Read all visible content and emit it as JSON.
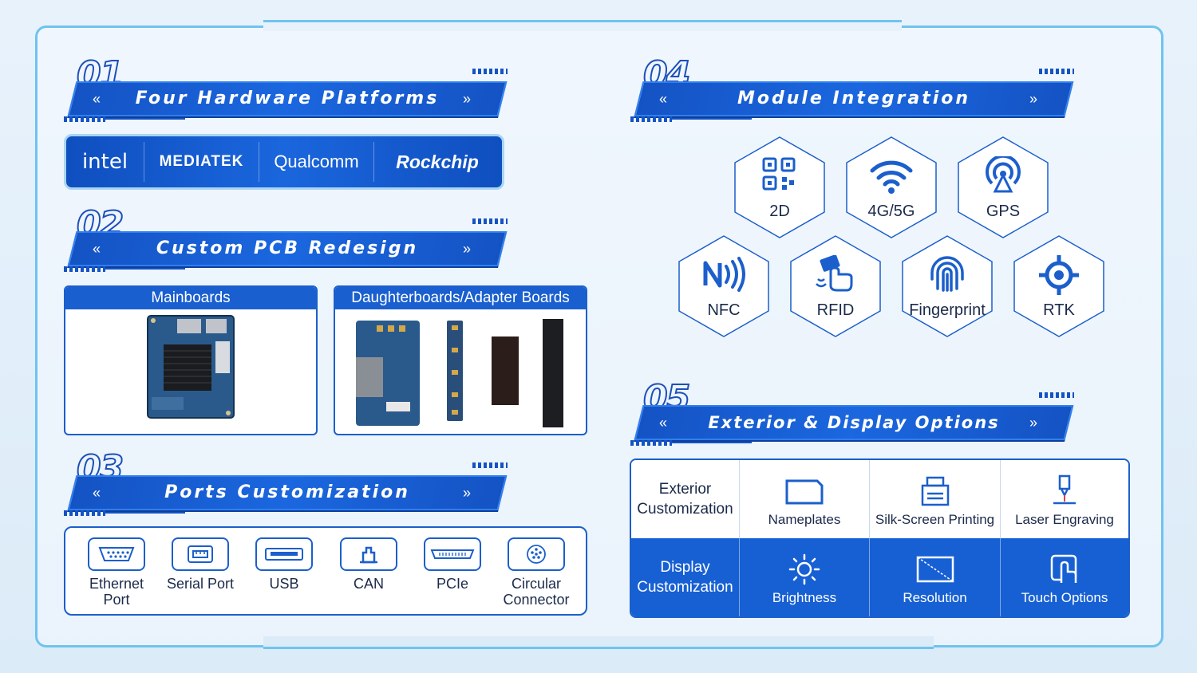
{
  "sections": {
    "s1": {
      "num": "01",
      "title": "Four Hardware Platforms"
    },
    "s2": {
      "num": "02",
      "title": "Custom PCB Redesign"
    },
    "s3": {
      "num": "03",
      "title": "Ports Customization"
    },
    "s4": {
      "num": "04",
      "title": "Module Integration"
    },
    "s5": {
      "num": "05",
      "title": "Exterior & Display Options"
    }
  },
  "chevrons": {
    "left": "«",
    "right": "»"
  },
  "brands": {
    "b1": "intel",
    "b2": "MEDIATEK",
    "b3": "Qualcomm",
    "b4": "Rockchip"
  },
  "boards": {
    "mainboards": "Mainboards",
    "daughter": "Daughterboards/Adapter Boards"
  },
  "ports": {
    "p1": "Ethernet Port",
    "p2": "Serial Port",
    "p3": "USB",
    "p4": "CAN",
    "p5": "PCIe",
    "p6": "Circular Connector"
  },
  "modules": {
    "m1": "2D",
    "m2": "4G/5G",
    "m3": "GPS",
    "m4": "NFC",
    "m5": "RFID",
    "m6": "Fingerprint",
    "m7": "RTK"
  },
  "exterior": {
    "row1_head": "Exterior Customization",
    "nameplates": "Nameplates",
    "silk": "Silk-Screen Printing",
    "laser": "Laser Engraving",
    "row2_head": "Display Customization",
    "brightness": "Brightness",
    "resolution": "Resolution",
    "touch": "Touch Options"
  },
  "colors": {
    "accent": "#1760d4",
    "frame": "#6fc3ef",
    "text": "#1b2a4a"
  }
}
